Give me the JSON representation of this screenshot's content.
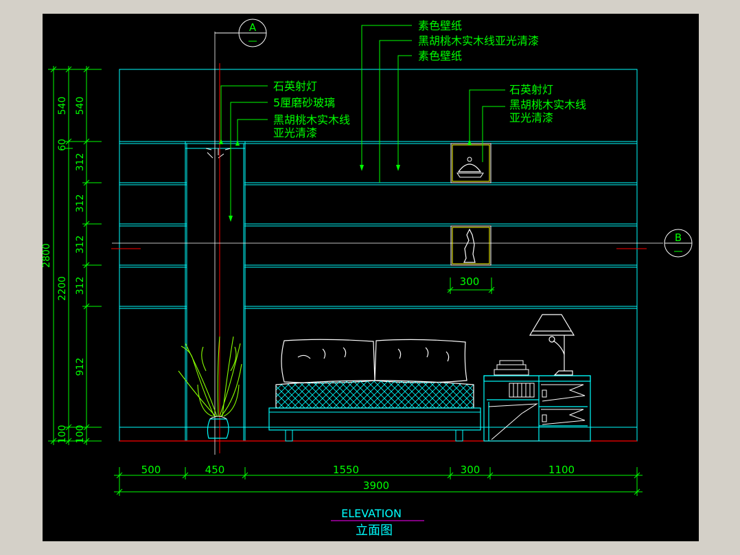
{
  "drawing": {
    "view_title": "ELEVATION",
    "view_title_cn": "立面图",
    "section_marks": {
      "a": "A",
      "b": "B"
    }
  },
  "labels": {
    "wallpaper_top": "素色壁纸",
    "walnut_line_top": "黑胡桃木实木线亚光清漆",
    "wallpaper_mid": "素色壁纸",
    "quartz_spotlight_left": "石英射灯",
    "frosted_glass": "5厘磨砂玻璃",
    "walnut_line_left_1": "黑胡桃木实木线",
    "walnut_line_left_2": "亚光清漆",
    "quartz_spotlight_right": "石英射灯",
    "walnut_line_right_1": "黑胡桃木实木线",
    "walnut_line_right_2": "亚光清漆"
  },
  "dimensions": {
    "horizontal": [
      "500",
      "450",
      "1550",
      "300",
      "1100"
    ],
    "horizontal_total": "3900",
    "niche_width": "300",
    "vertical_outer": [
      "540",
      "60",
      "2200",
      "100"
    ],
    "vertical_outer_total": "2800",
    "vertical_inner": [
      "540",
      "312",
      "312",
      "312",
      "312",
      "912",
      "100"
    ]
  },
  "colors": {
    "background": "#000000",
    "cyan": "#00ffff",
    "green": "#00ff00",
    "yellow": "#ffff00",
    "red": "#ff0000",
    "magenta": "#ff00ff",
    "white": "#ffffff"
  }
}
